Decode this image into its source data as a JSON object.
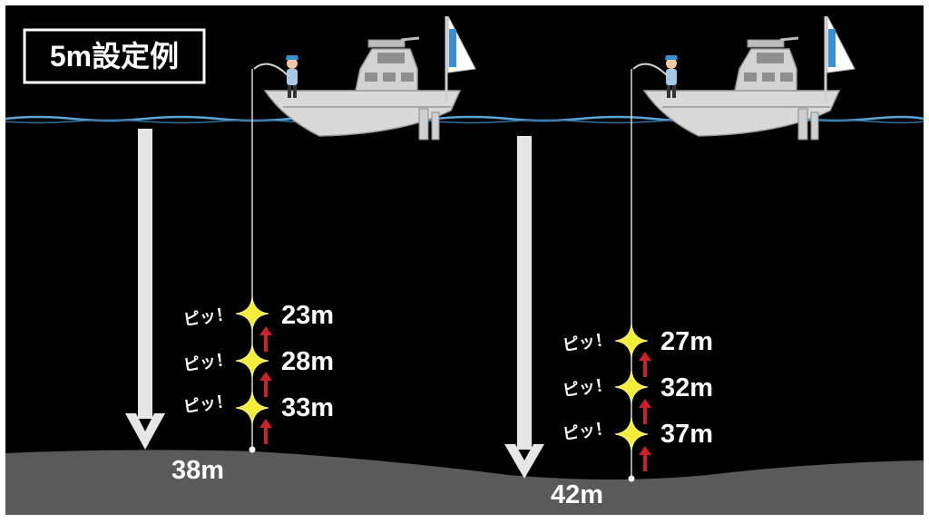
{
  "title": "5m設定例",
  "colors": {
    "background": "#000000",
    "seabed": "#5a5a5a",
    "water_line": "#5ba4d6",
    "arrow": "#e6e6e6",
    "spark": "#f4ee3a",
    "up_arrow": "#c8232b",
    "label": "#ffffff"
  },
  "diagrams": [
    {
      "bottom_depth": "38m",
      "signals": [
        {
          "sound": "ピッ！",
          "depth": "23m"
        },
        {
          "sound": "ピッ！",
          "depth": "28m"
        },
        {
          "sound": "ピッ！",
          "depth": "33m"
        }
      ]
    },
    {
      "bottom_depth": "42m",
      "signals": [
        {
          "sound": "ピッ！",
          "depth": "27m"
        },
        {
          "sound": "ピッ！",
          "depth": "32m"
        },
        {
          "sound": "ピッ！",
          "depth": "37m"
        }
      ]
    }
  ],
  "icons": [
    "boat-icon",
    "angler-icon",
    "sail-flag-icon",
    "spark-icon",
    "up-arrow-icon",
    "down-arrow-icon"
  ]
}
